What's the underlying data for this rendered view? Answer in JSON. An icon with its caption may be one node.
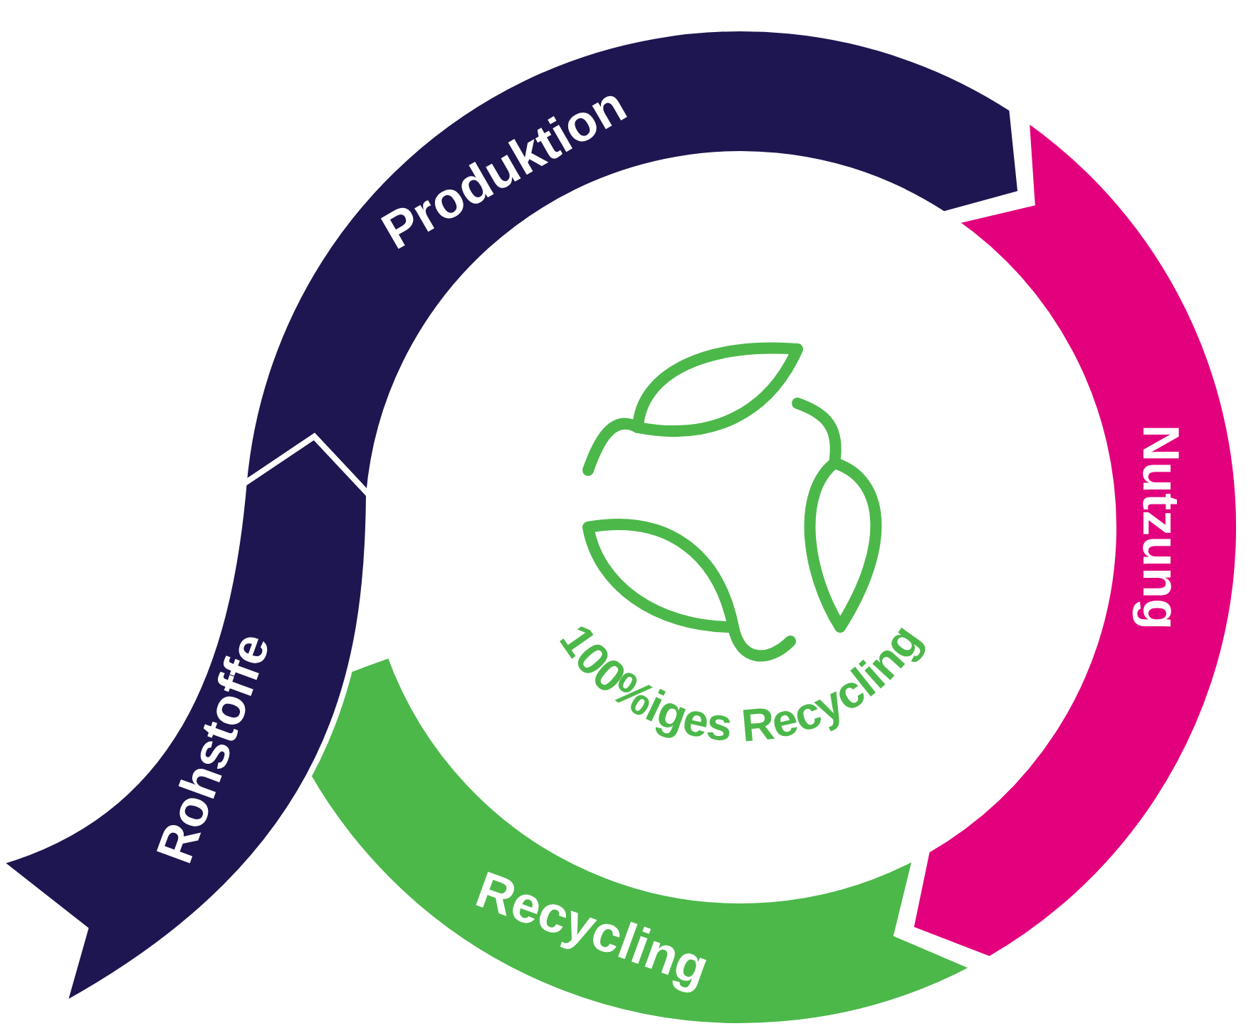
{
  "diagram": {
    "nodes": [
      {
        "text": [
          "Produktion"
        ]
      },
      {
        "text": [
          "Nutzung"
        ]
      },
      {
        "text": [
          "Recycling"
        ]
      },
      {
        "text": [
          "Rohstoffe"
        ]
      }
    ],
    "labels": [
      "100%iges Recycling"
    ]
  }
}
